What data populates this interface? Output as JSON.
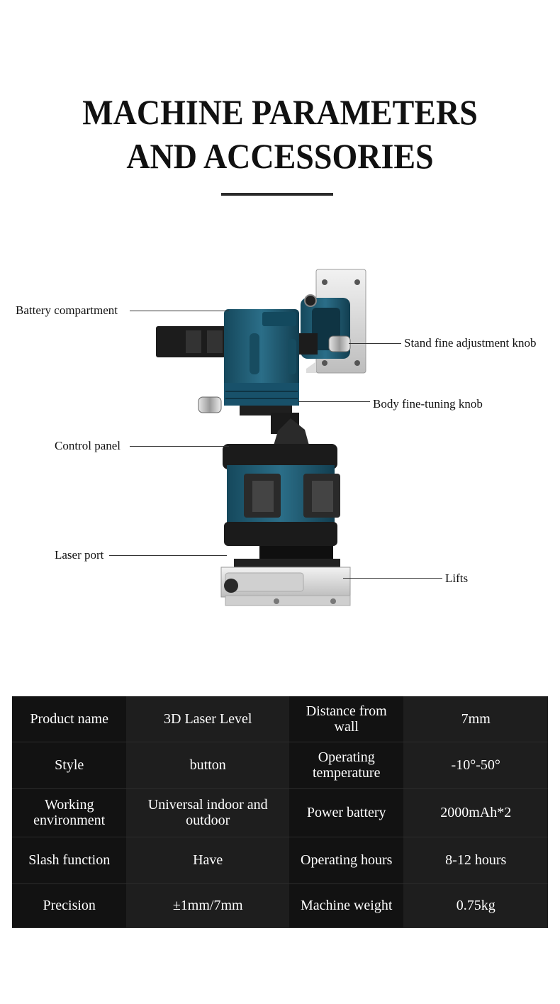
{
  "header": {
    "title_line1": "MACHINE PARAMETERS",
    "title_line2": "AND ACCESSORIES"
  },
  "callouts": {
    "battery_compartment": "Battery compartment",
    "stand_knob": "Stand fine adjustment knob",
    "body_knob": "Body fine-tuning knob",
    "control_panel": "Control panel",
    "laser_port": "Laser port",
    "lifts": "Lifts"
  },
  "colors": {
    "accent_teal": "#1f5a72",
    "table_dark": "#121212",
    "table_mid": "#1e1e1e"
  },
  "spec_table": {
    "rows": [
      [
        "Product name",
        "3D Laser Level",
        "Distance from wall",
        "7mm"
      ],
      [
        "Style",
        "button",
        "Operating temperature",
        "-10°-50°"
      ],
      [
        "Working environment",
        "Universal indoor and outdoor",
        "Power battery",
        "2000mAh*2"
      ],
      [
        "Slash function",
        "Have",
        "Operating hours",
        "8-12 hours"
      ],
      [
        "Precision",
        "±1mm/7mm",
        "Machine weight",
        "0.75kg"
      ]
    ]
  }
}
